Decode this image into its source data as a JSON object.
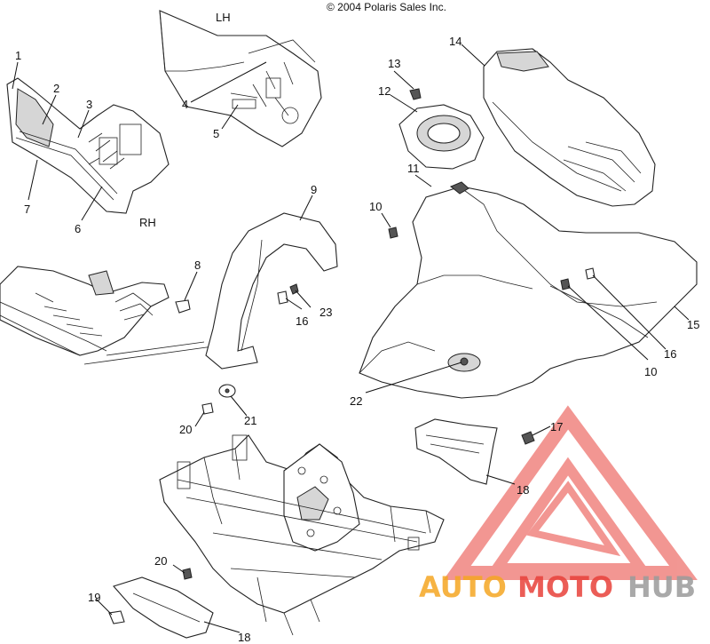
{
  "copyright": "© 2004 Polaris Sales Inc.",
  "side_labels": {
    "lh": "LH",
    "rh": "RH"
  },
  "callouts": [
    "1",
    "2",
    "3",
    "4",
    "5",
    "6",
    "7",
    "8",
    "9",
    "10",
    "11",
    "12",
    "13",
    "14",
    "15",
    "16",
    "17",
    "18",
    "19",
    "20",
    "21",
    "22",
    "23"
  ],
  "extra_callouts": {
    "c10b": "10",
    "c16b": "16",
    "c18b": "18",
    "c20b": "20"
  },
  "watermark": {
    "auto": "AUTO",
    "moto": "MOTO",
    "hub": "HUB",
    "color_orange": "#f5a623",
    "color_red": "#e8413a",
    "color_gray": "#9b9b9b"
  }
}
